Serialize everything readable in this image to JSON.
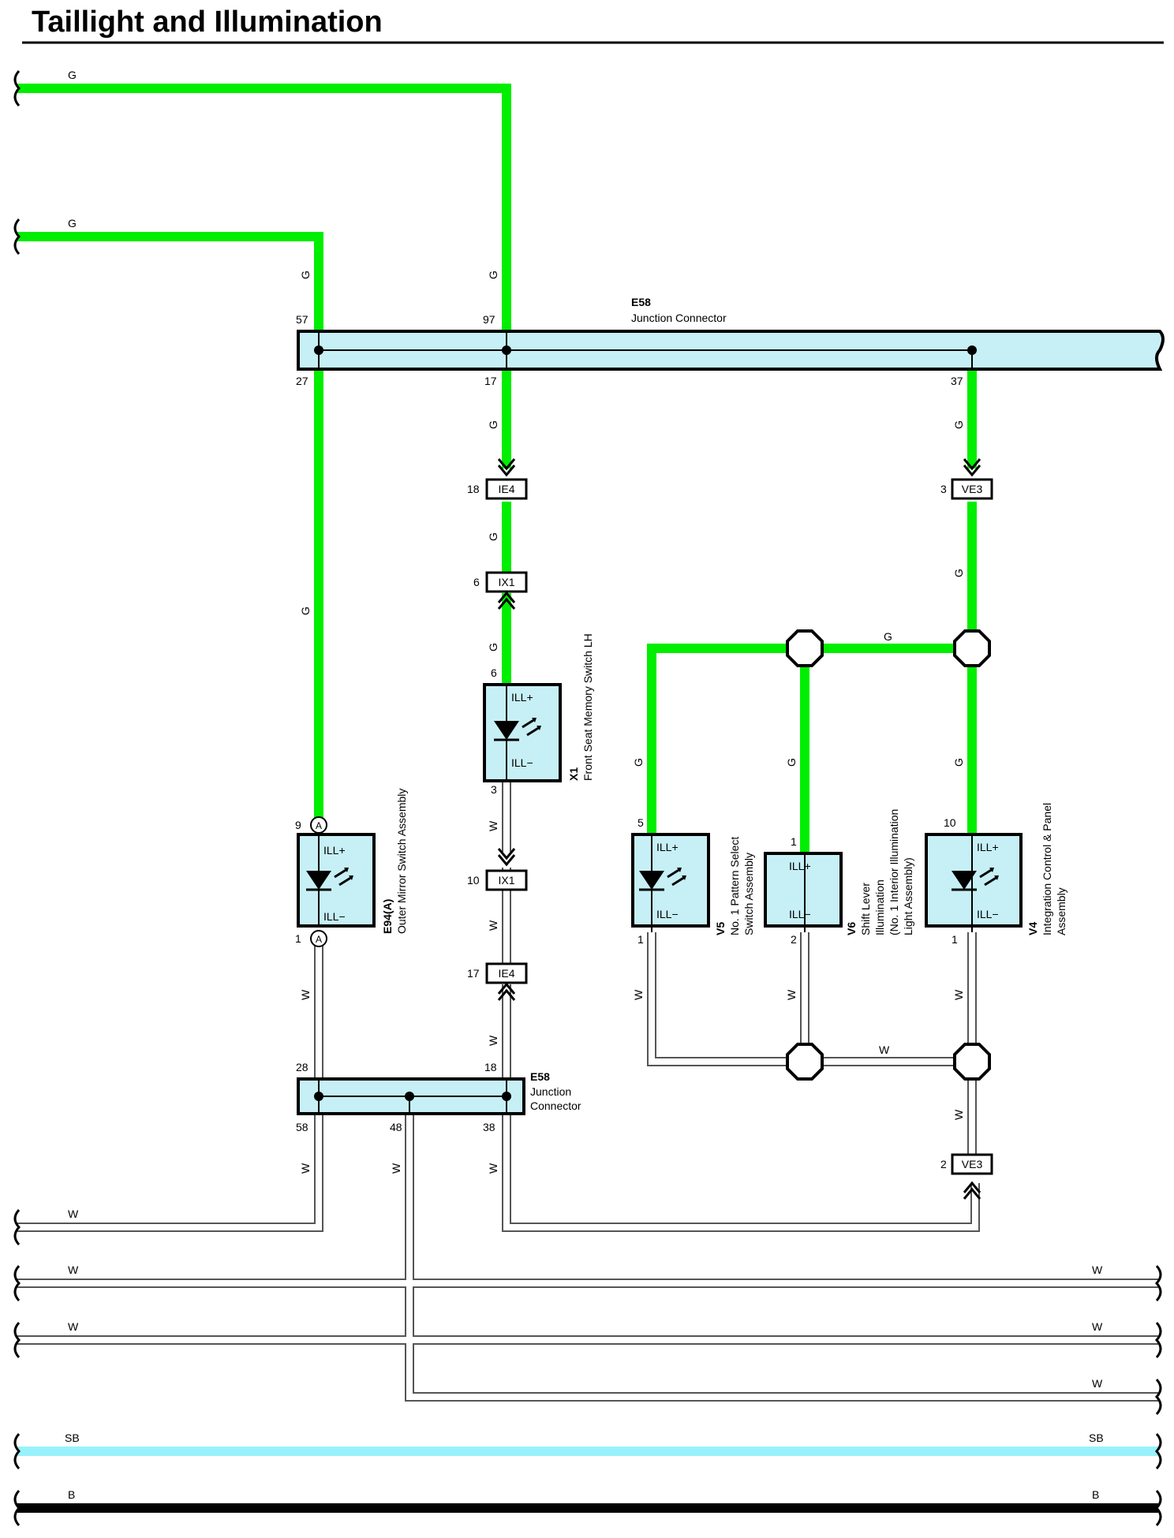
{
  "title": "Taillight and Illumination",
  "wire_colors": {
    "G": "#00ee00",
    "W": "#ffffff",
    "SB": "#99f2fb",
    "B": "#000000"
  },
  "wire_labels": {
    "g": "G",
    "w": "W",
    "sb": "SB",
    "b": "B"
  },
  "e58_top": {
    "code": "E58",
    "name": "Junction Connector",
    "pins": {
      "p57": "57",
      "p97": "97",
      "p27": "27",
      "p17": "17",
      "p37": "37"
    }
  },
  "e58_bottom": {
    "code": "E58",
    "name_line1": "Junction",
    "name_line2": "Connector",
    "pins": {
      "p28": "28",
      "p18": "18",
      "p58": "58",
      "p48": "48",
      "p38": "38"
    }
  },
  "connectors": {
    "ie4_a": {
      "code": "IE4",
      "pin": "18"
    },
    "ix1_a": {
      "code": "IX1",
      "pin": "6"
    },
    "ix1_b": {
      "code": "IX1",
      "pin": "10"
    },
    "ie4_b": {
      "code": "IE4",
      "pin": "17"
    },
    "ve3_a": {
      "code": "VE3",
      "pin": "3"
    },
    "ve3_b": {
      "code": "VE3",
      "pin": "2"
    }
  },
  "components": {
    "e94": {
      "code": "E94(A)",
      "name": "Outer Mirror Switch Assembly",
      "pin_top": "9",
      "pin_bottom": "1",
      "pin_tag": "A",
      "ill_plus": "ILL+",
      "ill_minus": "ILL−"
    },
    "x1": {
      "code": "X1",
      "name": "Front Seat Memory Switch LH",
      "pin_top": "6",
      "pin_bottom": "3",
      "ill_plus": "ILL+",
      "ill_minus": "ILL−"
    },
    "v5": {
      "code": "V5",
      "name_line1": "No. 1 Pattern Select",
      "name_line2": "Switch Assembly",
      "pin_top": "5",
      "pin_bottom": "1",
      "ill_plus": "ILL+",
      "ill_minus": "ILL−"
    },
    "v6": {
      "code": "V6",
      "name_line1": "Shift Lever",
      "name_line2": "Illumination",
      "name_line3": "(No. 1 Interior Illumination",
      "name_line4": "Light Assembly)",
      "pin_top": "1",
      "pin_bottom": "2",
      "ill_plus": "ILL+",
      "ill_minus": "ILL−"
    },
    "v4": {
      "code": "V4",
      "name_line1": "Integration Control & Panel",
      "name_line2": "Assembly",
      "pin_top": "10",
      "pin_bottom": "1",
      "ill_plus": "ILL+",
      "ill_minus": "ILL−"
    }
  }
}
